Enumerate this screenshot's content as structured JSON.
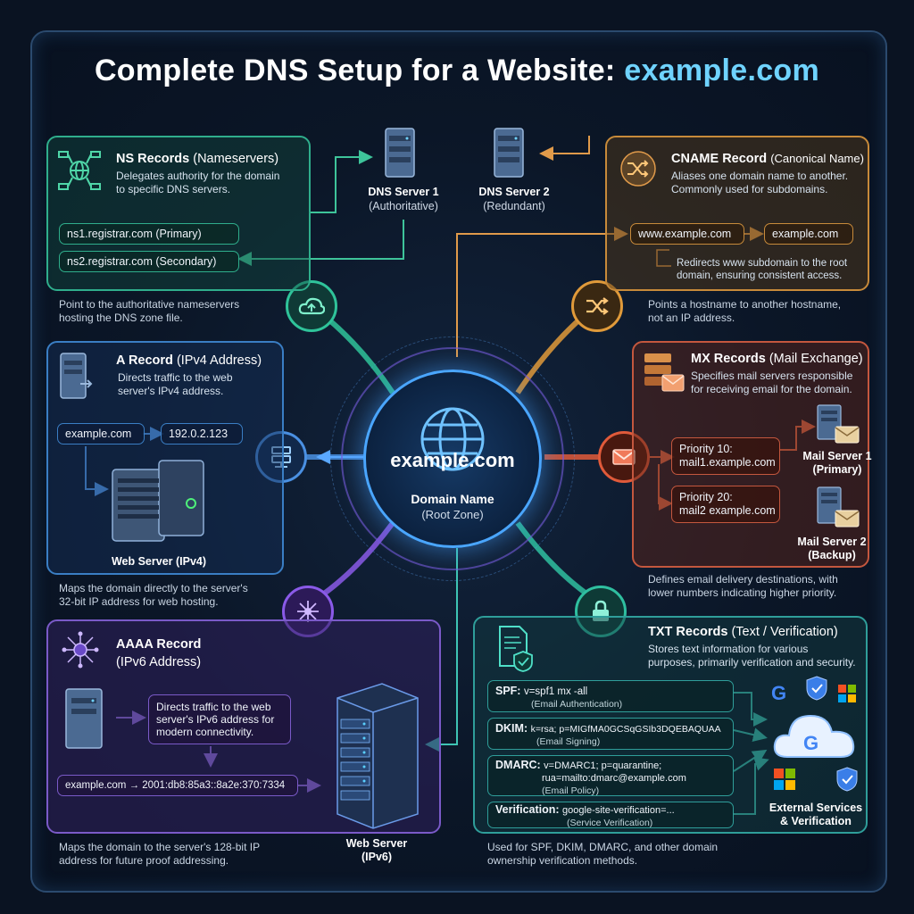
{
  "title": {
    "main": "Complete DNS Setup for a Website:",
    "domain": "example.com"
  },
  "hub": {
    "domain": "example.com",
    "label": "Domain Name",
    "sublabel": "(Root Zone)"
  },
  "dns_servers": [
    {
      "name": "DNS Server 1",
      "role": "(Authoritative)"
    },
    {
      "name": "DNS Server 2",
      "role": "(Redundant)"
    }
  ],
  "ns": {
    "title": "NS Records",
    "subtitle": "(Nameservers)",
    "desc1": "Delegates authority for the domain",
    "desc2": "to specific DNS servers.",
    "ns1": "ns1.registrar.com (Primary)",
    "ns2": "ns2.registrar.com (Secondary)",
    "cap1": "Point to the authoritative nameservers",
    "cap2": "hosting the DNS zone file."
  },
  "cname": {
    "title": "CNAME Record",
    "subtitle": "(Canonical Name)",
    "desc1": "Aliases one domain name to another.",
    "desc2": "Commonly used for subdomains.",
    "from": "www.example.com",
    "to": "example.com",
    "note1": "Redirects www subdomain to the root",
    "note2": "domain, ensuring consistent access.",
    "cap1": "Points a hostname to another hostname,",
    "cap2": "not an IP address."
  },
  "a": {
    "title": "A Record",
    "subtitle": "(IPv4 Address)",
    "desc1": "Directs traffic to the web",
    "desc2": "server's IPv4 address.",
    "host": "example.com",
    "ip": "192.0.2.123",
    "server": "Web Server (IPv4)",
    "cap1": "Maps the domain directly to the server's",
    "cap2": "32-bit IP address for web hosting."
  },
  "mx": {
    "title": "MX Records",
    "subtitle": "(Mail Exchange)",
    "desc1": "Specifies mail servers responsible",
    "desc2": "for receiving email for the domain.",
    "p1a": "Priority 10:",
    "p1b": "mail1.example.com",
    "p2a": "Priority 20:",
    "p2b": "mail2 example.com",
    "s1a": "Mail Server 1",
    "s1b": "(Primary)",
    "s2a": "Mail Server 2",
    "s2b": "(Backup)",
    "cap1": "Defines email delivery destinations, with",
    "cap2": "lower numbers indicating higher priority."
  },
  "aaaa": {
    "title": "AAAA Record",
    "subtitle": "(IPv6 Address)",
    "desc1": "Directs traffic to the web",
    "desc2": "server's IPv6 address for",
    "desc3": "modern connectivity.",
    "map": "example.com → 2001:db8:85a3::8a2e:370:7334",
    "server1": "Web Server",
    "server2": "(IPv6)",
    "cap1": "Maps the domain to the server's 128-bit IP",
    "cap2": "address for future proof addressing."
  },
  "txt": {
    "title": "TXT Records",
    "subtitle": "(Text / Verification)",
    "desc1": "Stores text information for various",
    "desc2": "purposes, primarily verification and security.",
    "spf_k": "SPF:",
    "spf_v": "v=spf1 mx -all",
    "spf_s": "(Email Authentication)",
    "dkim_k": "DKIM:",
    "dkim_v": "k=rsa; p=MIGfMA0GCSqGSIb3DQEBAQUAA",
    "dkim_s": "(Email Signing)",
    "dmarc_k": "DMARC:",
    "dmarc_v1": "v=DMARC1; p=quarantine;",
    "dmarc_v2": "rua=mailto:dmarc@example.com",
    "dmarc_s": "(Email Policy)",
    "ver_k": "Verification:",
    "ver_v": "google-site-verification=...",
    "ver_s": "(Service Verification)",
    "ext1": "External Services",
    "ext2": "& Verification",
    "cap1": "Used for SPF, DKIM, DMARC, and other domain",
    "cap2": "ownership verification methods."
  },
  "colors": {
    "ns": "#2fae8c",
    "cname": "#c78a3a",
    "a": "#3a7ec4",
    "mx": "#c4573e",
    "aaaa": "#7a5ac8",
    "txt": "#2f9e9a",
    "hub": "#4aa6ff"
  }
}
